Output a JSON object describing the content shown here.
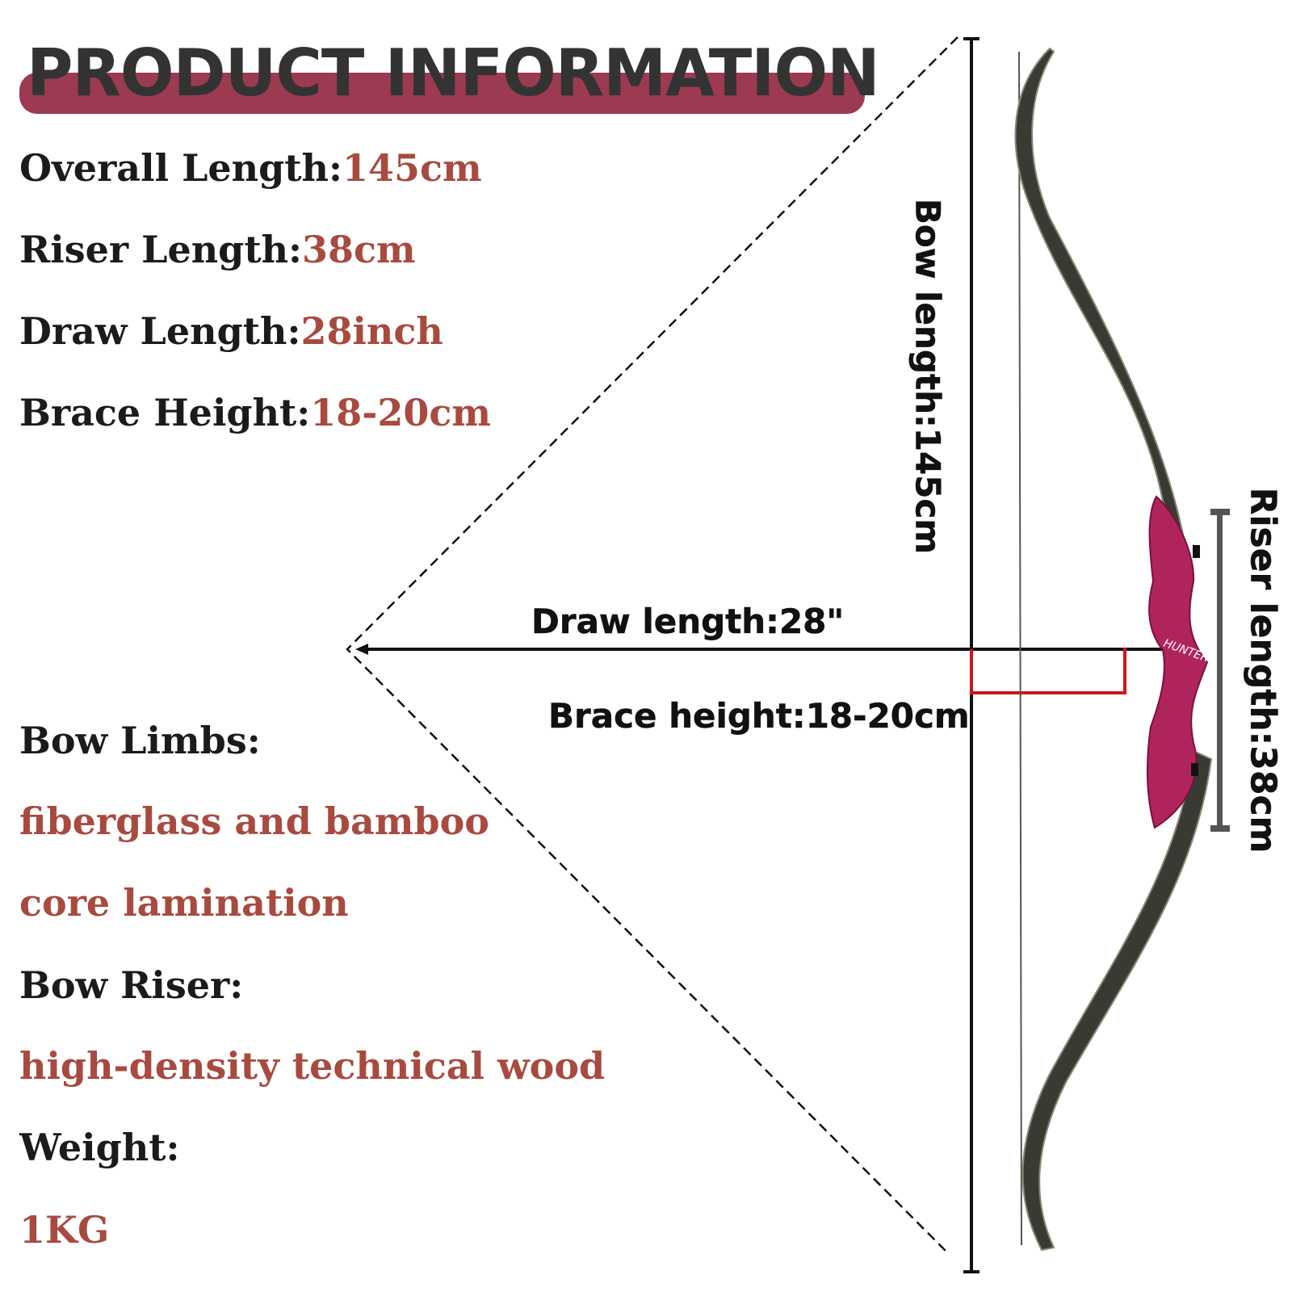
{
  "title": "PRODUCT INFORMATION",
  "specs": [
    {
      "label": "Overall Length:",
      "value": "145cm"
    },
    {
      "label": "Riser Length:",
      "value": "38cm"
    },
    {
      "label": "Draw Length:",
      "value": "28inch"
    },
    {
      "label": "Brace Height:",
      "value": "18-20cm"
    }
  ],
  "materials": {
    "limbs_label": "Bow Limbs:",
    "limbs_value_1": "fiberglass and bamboo",
    "limbs_value_2": "core lamination",
    "riser_label": "Bow Riser:",
    "riser_value": "high-density technical wood",
    "weight_label": "Weight:",
    "weight_value": "1KG"
  },
  "diagram": {
    "bow_length": "Bow length:145cm",
    "riser_length": "Riser length:38cm",
    "draw_length": "Draw length:28\"",
    "brace_height": "Brace height:18-20cm",
    "logo_text": "HUNTER"
  },
  "colors": {
    "accent": "#9b3a50",
    "value_text": "#a84a3f",
    "riser": "#b0245e",
    "bracket": "#d0151a"
  }
}
